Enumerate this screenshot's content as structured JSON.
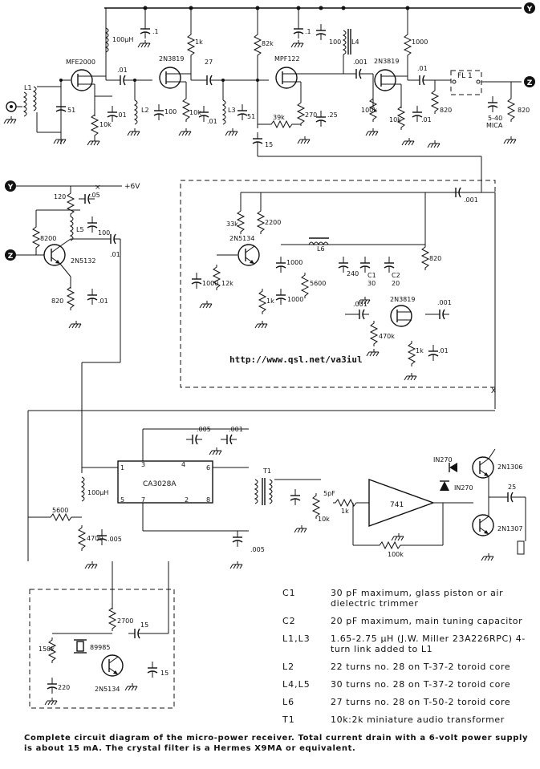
{
  "url": "http://www.qsl.net/va3iul",
  "nodes": {
    "y": "Y",
    "z": "Z",
    "x": "X",
    "supply": "+6V"
  },
  "components": {
    "q1": "MFE2000",
    "q2": "2N3819",
    "q3": "MPF122",
    "q4": "2N3819",
    "q5": "2N5132",
    "q6": "2N5134",
    "q7": "2N3819",
    "q8": "2N5134",
    "q9": "2N1306",
    "q10": "2N1307",
    "ic1": "CA3028A",
    "ic2": "741",
    "xtal": "89985",
    "d1": "IN270",
    "d2": "IN270",
    "l1": "L1",
    "l2": "L2",
    "l3": "L3",
    "l4": "L4",
    "l5": "L5",
    "l6": "L6",
    "t1": "T1",
    "c1": "C1",
    "c2": "C2",
    "fl1": "FL 1",
    "mica": "5-40",
    "mica2": "MICA"
  },
  "values": {
    "v100uh": "100µH",
    "v1k": "1k",
    "v82k": "82k",
    "v1": ".1",
    "v100": "100",
    "v1000": "1000",
    "v01": ".01",
    "v27": "27",
    "v001": ".001",
    "v51": "51",
    "v10k": "10k",
    "v270": "270",
    "v39k": "39k",
    "v15": "15",
    "v25": ".25",
    "v100k": "100k",
    "v820": "820",
    "v120": "120",
    "v05": ".05",
    "v8200": "8200",
    "v33k": "33k",
    "v2200": "2200",
    "v12k": "12k",
    "v5600": "5600",
    "v240": "240",
    "v30": "30",
    "v20": "20",
    "v470k": "470k",
    "v005": ".005",
    "v4700": "4700",
    "v5pf": "5pF",
    "v100kb": "100k",
    "v2700": "2700",
    "v150k": "150k",
    "v220": "220",
    "v15b": "15",
    "v25b": "25"
  },
  "ic_pins": {
    "p1": "1",
    "p2": "2",
    "p3": "3",
    "p4": "4",
    "p5": "5",
    "p6": "6",
    "p7": "7",
    "p8": "8"
  },
  "parts_list": [
    {
      "ref": "C1",
      "desc": "30 pF maximum, glass piston or air dielectric trimmer"
    },
    {
      "ref": "C2",
      "desc": "20 pF maximum, main tuning capacitor"
    },
    {
      "ref": "L1,L3",
      "desc": "1.65-2.75 µH (J.W. Miller 23A226RPC) 4-turn link added to L1"
    },
    {
      "ref": "L2",
      "desc": "22 turns no. 28 on T-37-2 toroid core"
    },
    {
      "ref": "L4,L5",
      "desc": "30 turns no. 28 on T-37-2 toroid core"
    },
    {
      "ref": "L6",
      "desc": "27 turns no. 28 on T-50-2 toroid core"
    },
    {
      "ref": "T1",
      "desc": "10k:2k miniature audio transformer"
    }
  ],
  "caption": "Complete circuit diagram of the micro-power receiver. Total current drain with a 6-volt power supply is about 15 mA. The crystal filter is a Hermes X9MA or equivalent."
}
